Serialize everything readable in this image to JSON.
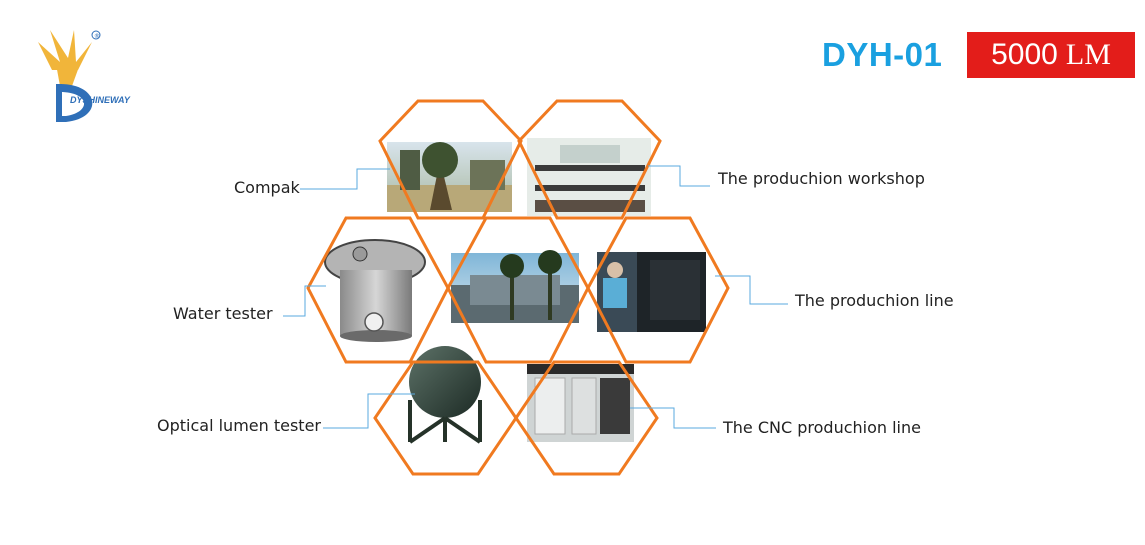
{
  "brand": {
    "logo_text": "DYSHINEWAY",
    "registered_mark": "®"
  },
  "header": {
    "model": "DYH-01",
    "lumen_value": "5000",
    "lumen_unit": "LM"
  },
  "colors": {
    "accent_orange": "#f07a20",
    "model_blue": "#1aa0e0",
    "badge_red": "#e31d1a",
    "connector_blue": "#5aaadf"
  },
  "labels": {
    "compak": "Compak",
    "workshop": "The produchion workshop",
    "water_tester": "Water tester",
    "production_line": "The produchion line",
    "optical_tester": "Optical lumen tester",
    "cnc_line": "The CNC produchion line"
  }
}
